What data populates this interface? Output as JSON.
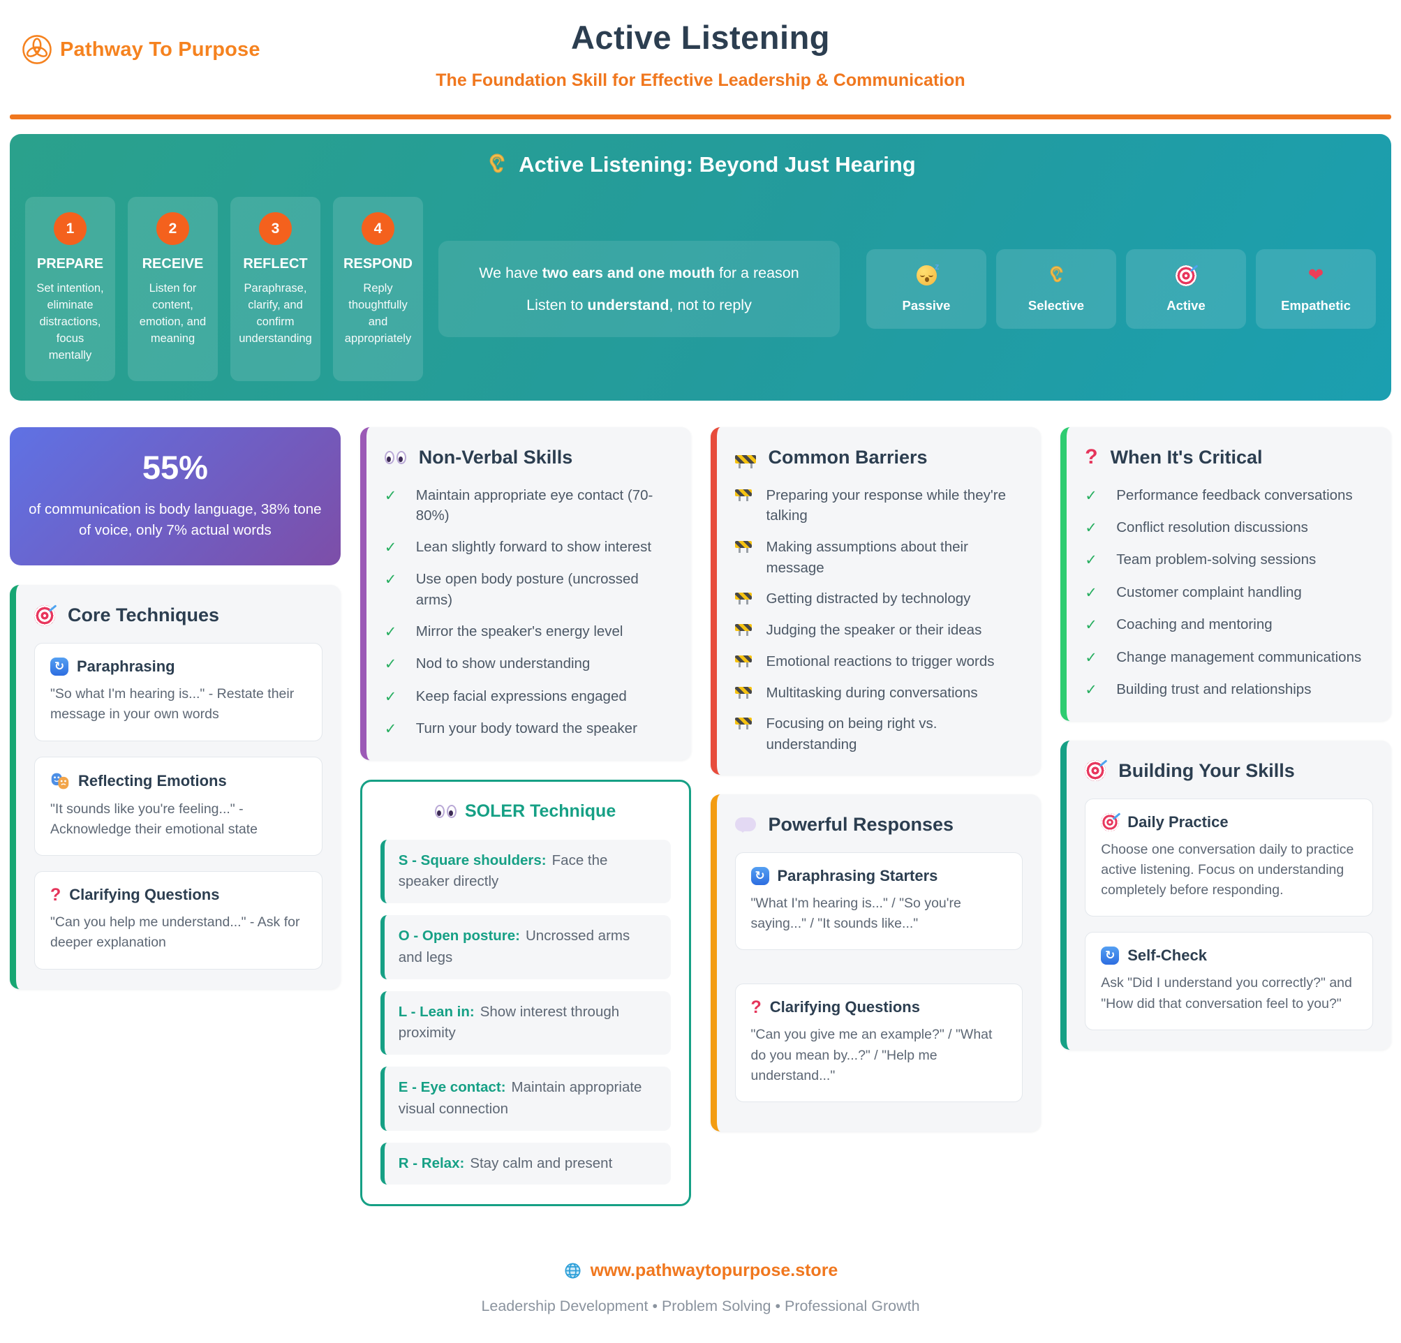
{
  "colors": {
    "accent_orange": "#f0771e",
    "navy": "#2c3e50",
    "banner_gradient": [
      "#2aa18c",
      "#1b9fb0"
    ],
    "stat_gradient": [
      "#5f72e4",
      "#7d4ea8"
    ],
    "border_core": "#17a673",
    "border_nonverbal": "#9b59b6",
    "border_barriers": "#e74c3c",
    "border_responses": "#f39c12",
    "border_critical": "#2ecc71",
    "border_skills": "#16a085",
    "step_circle": "#f4611d",
    "check_green": "#27ae60",
    "soler_teal": "#16a085"
  },
  "glyphs": {
    "check": "✓",
    "cycle": "↻",
    "question": "?",
    "heart": "❤",
    "zee": "z"
  },
  "header": {
    "brand": "Pathway To Purpose",
    "title": "Active Listening",
    "subtitle": "The Foundation Skill for Effective Leadership & Communication"
  },
  "banner": {
    "title": "Active Listening: Beyond Just Hearing",
    "steps": [
      {
        "num": "1",
        "label": "PREPARE",
        "desc": "Set intention, eliminate distractions, focus mentally"
      },
      {
        "num": "2",
        "label": "RECEIVE",
        "desc": "Listen for content, emotion, and meaning"
      },
      {
        "num": "3",
        "label": "REFLECT",
        "desc": "Paraphrase, clarify, and confirm understanding"
      },
      {
        "num": "4",
        "label": "RESPOND",
        "desc": "Reply thoughtfully and appropriately"
      }
    ],
    "quote": {
      "l1a": "We have ",
      "l1b": "two ears and one mouth",
      "l1c": " for a reason",
      "l2a": "Listen to ",
      "l2b": "understand",
      "l2c": ", not to reply"
    },
    "types": [
      {
        "label": "Passive"
      },
      {
        "label": "Selective"
      },
      {
        "label": "Active"
      },
      {
        "label": "Empathetic"
      }
    ]
  },
  "stat": {
    "value": "55%",
    "desc": "of communication is body language, 38% tone of voice, only 7% actual words"
  },
  "core": {
    "title": "Core Techniques",
    "items": [
      {
        "title": "Paraphrasing",
        "desc": "\"So what I'm hearing is...\" - Restate their message in your own words"
      },
      {
        "title": "Reflecting Emotions",
        "desc": "\"It sounds like you're feeling...\" - Acknowledge their emotional state"
      },
      {
        "title": "Clarifying Questions",
        "desc": "\"Can you help me understand...\" - Ask for deeper explanation"
      }
    ]
  },
  "nonverbal": {
    "title": "Non-Verbal Skills",
    "items": [
      "Maintain appropriate eye contact (70-80%)",
      "Lean slightly forward to show interest",
      "Use open body posture (uncrossed arms)",
      "Mirror the speaker's energy level",
      "Nod to show understanding",
      "Keep facial expressions engaged",
      "Turn your body toward the speaker"
    ]
  },
  "soler": {
    "title": "SOLER Technique",
    "items": [
      {
        "label": "S - Square shoulders:",
        "desc": "Face the speaker directly"
      },
      {
        "label": "O - Open posture:",
        "desc": "Uncrossed arms and legs"
      },
      {
        "label": "L - Lean in:",
        "desc": "Show interest through proximity"
      },
      {
        "label": "E - Eye contact:",
        "desc": "Maintain appropriate visual connection"
      },
      {
        "label": "R - Relax:",
        "desc": "Stay calm and present"
      }
    ]
  },
  "barriers": {
    "title": "Common Barriers",
    "items": [
      "Preparing your response while they're talking",
      "Making assumptions about their message",
      "Getting distracted by technology",
      "Judging the speaker or their ideas",
      "Emotional reactions to trigger words",
      "Multitasking during conversations",
      "Focusing on being right vs. understanding"
    ]
  },
  "responses": {
    "title": "Powerful Responses",
    "items": [
      {
        "title": "Paraphrasing Starters",
        "desc": "\"What I'm hearing is...\" / \"So you're saying...\" / \"It sounds like...\""
      },
      {
        "title": "Clarifying Questions",
        "desc": "\"Can you give me an example?\" / \"What do you mean by...?\" / \"Help me understand...\""
      }
    ]
  },
  "critical": {
    "title": "When It's Critical",
    "items": [
      "Performance feedback conversations",
      "Conflict resolution discussions",
      "Team problem-solving sessions",
      "Customer complaint handling",
      "Coaching and mentoring",
      "Change management communications",
      "Building trust and relationships"
    ]
  },
  "skills": {
    "title": "Building Your Skills",
    "items": [
      {
        "title": "Daily Practice",
        "desc": "Choose one conversation daily to practice active listening. Focus on understanding completely before responding."
      },
      {
        "title": "Self-Check",
        "desc": "Ask \"Did I understand you correctly?\" and \"How did that conversation feel to you?\""
      }
    ]
  },
  "footer": {
    "url": "www.pathwaytopurpose.store",
    "tagline": "Leadership Development • Problem Solving • Professional Growth"
  }
}
